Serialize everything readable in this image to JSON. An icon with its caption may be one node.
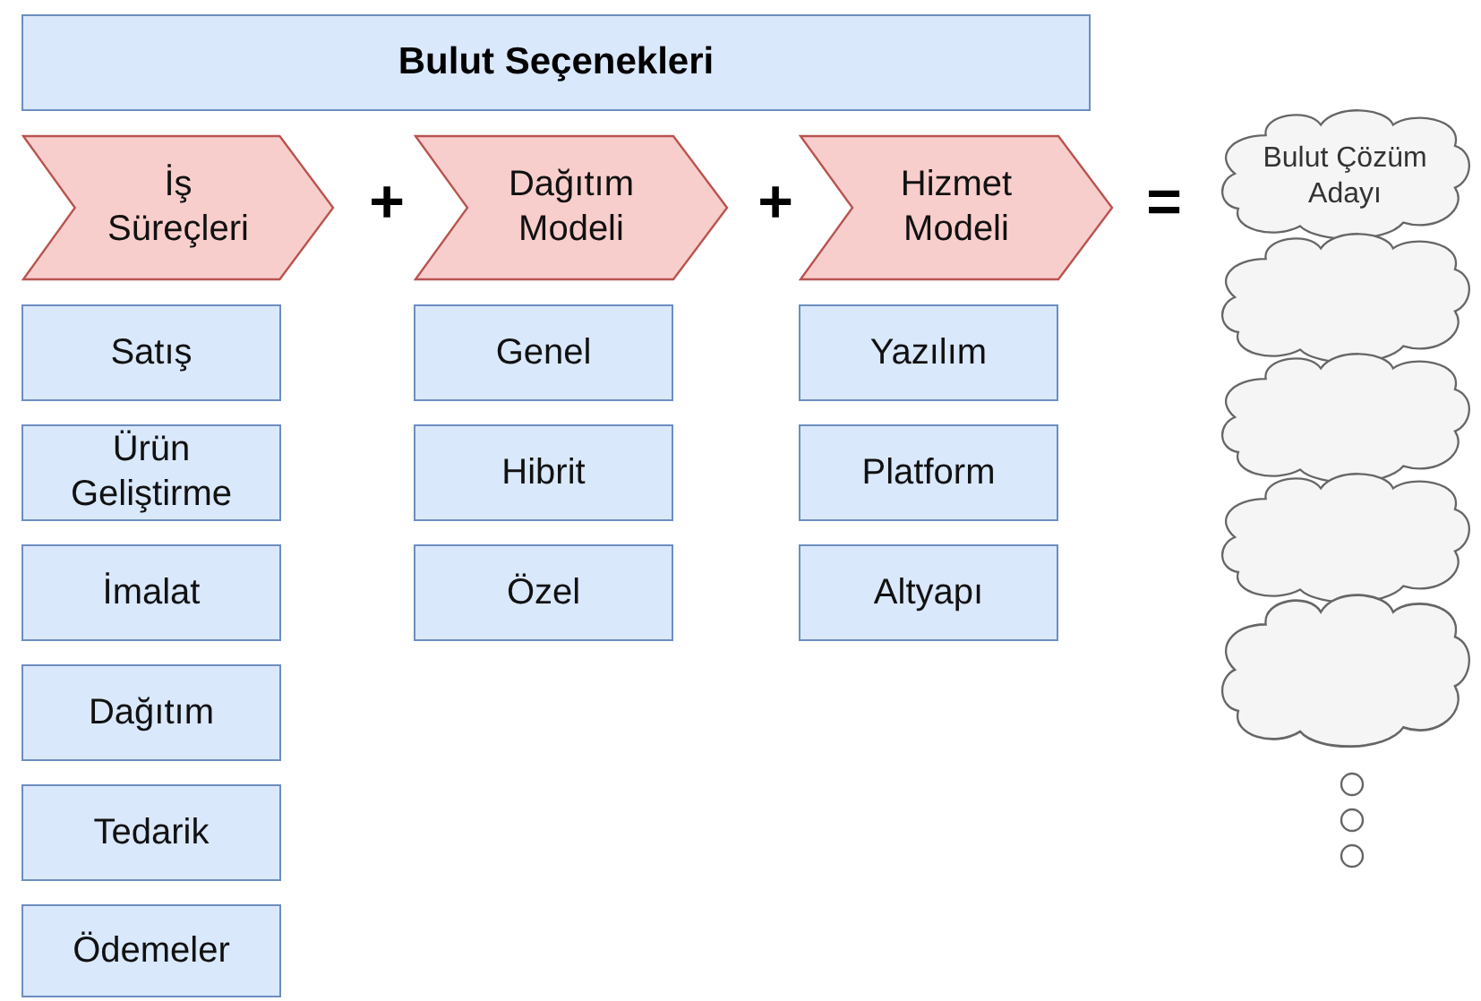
{
  "diagram": {
    "title": "Bulut Seçenekleri",
    "nodes": [
      {
        "text": [
          "İş Süreçleri"
        ]
      },
      {
        "text": [
          "Dağıtım Modeli"
        ]
      },
      {
        "text": [
          "Hizmet Modeli"
        ]
      },
      {
        "text": [
          "Bulut Çözüm Adayı"
        ]
      },
      {
        "text": [
          "Satış"
        ]
      },
      {
        "text": [
          "Ürün Geliştirme"
        ]
      },
      {
        "text": [
          "İmalat"
        ]
      },
      {
        "text": [
          "Dağıtım"
        ]
      },
      {
        "text": [
          "Tedarik"
        ]
      },
      {
        "text": [
          "Ödemeler"
        ]
      },
      {
        "text": [
          "Genel"
        ]
      },
      {
        "text": [
          "Hibrit"
        ]
      },
      {
        "text": [
          "Özel"
        ]
      },
      {
        "text": [
          "Yazılım"
        ]
      },
      {
        "text": [
          "Platform"
        ]
      },
      {
        "text": [
          "Altyapı"
        ]
      },
      {
        "text": [],
        "shape": "cloud"
      },
      {
        "text": [],
        "shape": "cloud"
      },
      {
        "text": [],
        "shape": "cloud"
      },
      {
        "text": [],
        "shape": "cloud"
      },
      {
        "text": [],
        "shape": "circle"
      },
      {
        "text": [],
        "shape": "circle"
      },
      {
        "text": [],
        "shape": "circle"
      }
    ],
    "edges": [],
    "labels": [
      "+",
      "+",
      "="
    ]
  }
}
